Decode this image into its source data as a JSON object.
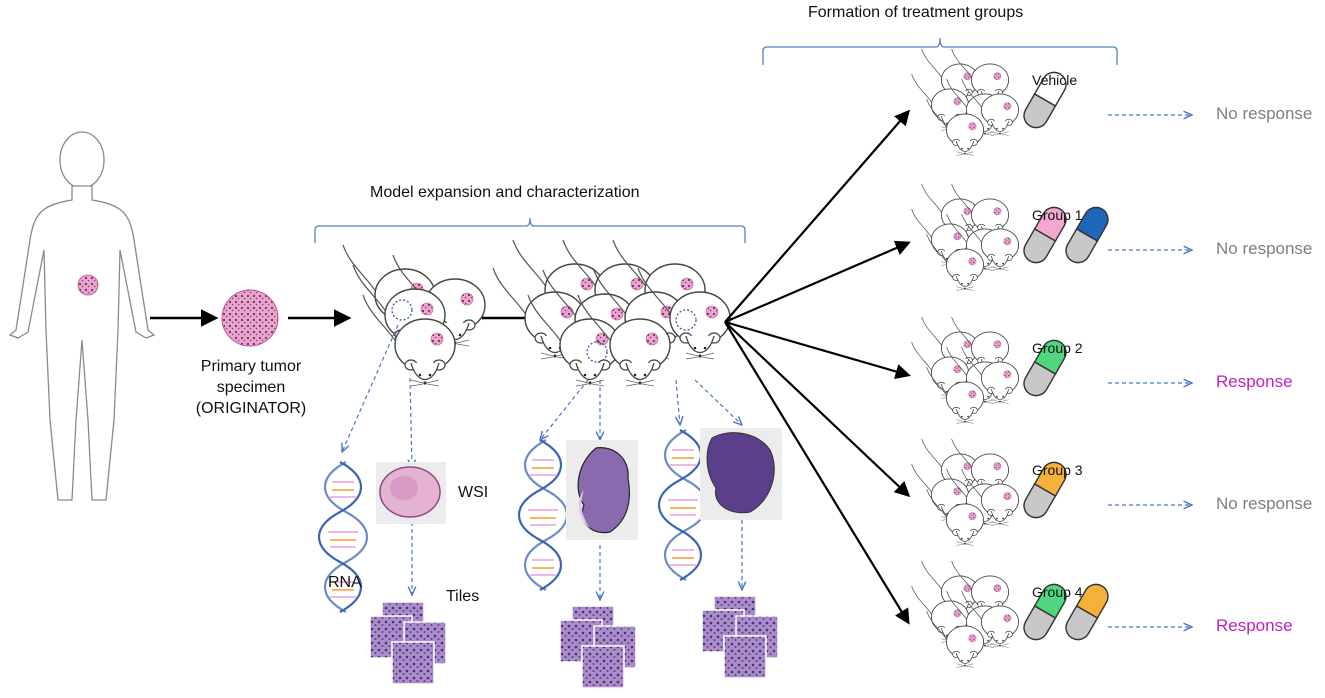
{
  "headings": {
    "expansion": "Model expansion and characterization",
    "treatment": "Formation of treatment groups"
  },
  "originator": {
    "line1": "Primary tumor",
    "line2": "specimen",
    "line3": "(ORIGINATOR)"
  },
  "labels": {
    "wsi": "WSI",
    "rna": "RNA",
    "tiles": "Tiles"
  },
  "groups": [
    {
      "name": "Vehicle",
      "result": "No response",
      "responded": false,
      "pill_colors": [
        "#ffffff"
      ]
    },
    {
      "name": "Group 1",
      "result": "No response",
      "responded": false,
      "pill_colors": [
        "#f4a7cf",
        "#1f67b8"
      ]
    },
    {
      "name": "Group 2",
      "result": "Response",
      "responded": true,
      "pill_colors": [
        "#4fd67f"
      ]
    },
    {
      "name": "Group 3",
      "result": "No response",
      "responded": false,
      "pill_colors": [
        "#f6b13b"
      ]
    },
    {
      "name": "Group 4",
      "result": "Response",
      "responded": true,
      "pill_colors": [
        "#4fd67f",
        "#f6b13b"
      ]
    }
  ],
  "colors": {
    "bracket": "#5b7fc0",
    "dashed_arrow": "#4a78c8",
    "tumor": "#c8509a",
    "tissue_purple": "#7b5aa6",
    "response": "#c020c0",
    "no_response": "#7f7f7f",
    "capsule_bottom": "#c8c8c8"
  }
}
